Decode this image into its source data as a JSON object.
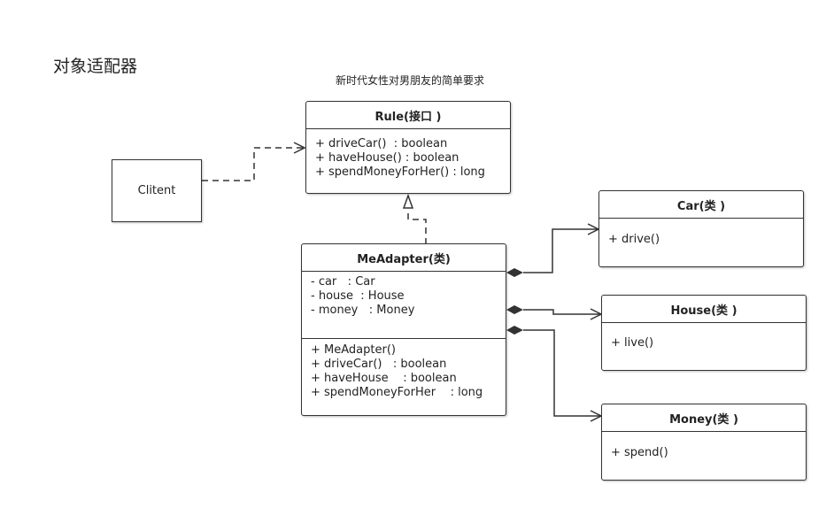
{
  "page_title": "对象适配器",
  "caption": "新时代女性对男朋友的简单要求",
  "client": {
    "label": "Clitent"
  },
  "rule_interface": {
    "name": "Rule(接口 )",
    "methods": [
      "+ driveCar()  : boolean",
      "+ haveHouse() : boolean",
      "+ spendMoneyForHer() : long"
    ]
  },
  "me_adapter": {
    "name": "MeAdapter(类)",
    "fields": [
      "- car   : Car",
      "- house  : House",
      "- money   : Money"
    ],
    "methods": [
      "+ MeAdapter()",
      "+ driveCar()   : boolean",
      "+ haveHouse    : boolean",
      "+ spendMoneyForHer    : long"
    ]
  },
  "car_class": {
    "name": "Car(类 )",
    "methods": [
      "+ drive()"
    ]
  },
  "house_class": {
    "name": "House(类 )",
    "methods": [
      "+ live()"
    ]
  },
  "money_class": {
    "name": "Money(类 )",
    "methods": [
      "+ spend()"
    ]
  },
  "colors": {
    "line": "#333333",
    "background": "#ffffff",
    "text": "#222222"
  }
}
